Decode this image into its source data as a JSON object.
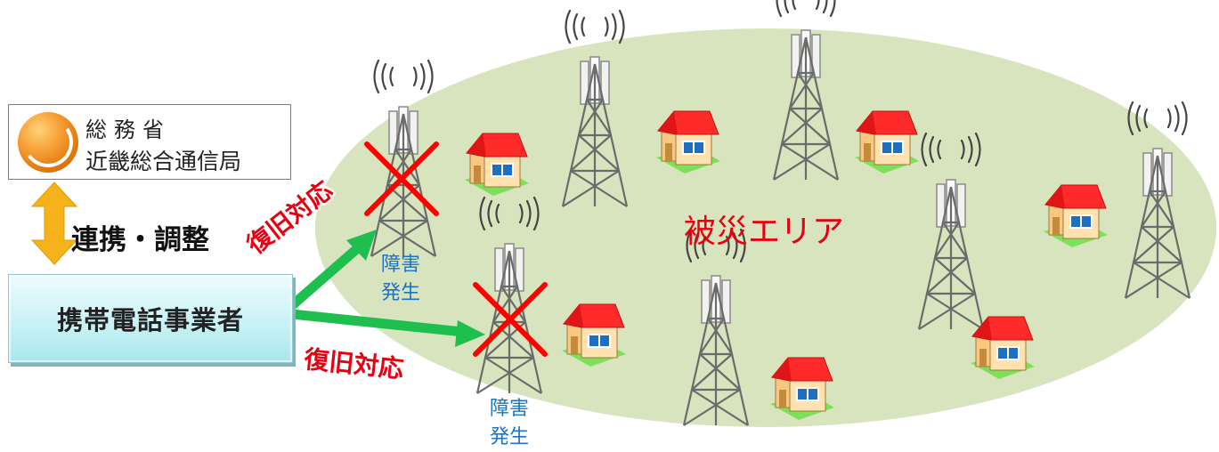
{
  "agency": {
    "line1": "総務省",
    "line2": "近畿総合通信局"
  },
  "cooperation": {
    "label": "連携・調整"
  },
  "carrier": {
    "label": "携帯電話事業者"
  },
  "area": {
    "label": "被災エリア"
  },
  "fault_labels": [
    {
      "text": "障害\n発生"
    },
    {
      "text": "障害\n発生"
    }
  ],
  "recovery_labels": [
    {
      "text": "復旧対応"
    },
    {
      "text": "復旧対応"
    }
  ],
  "colors": {
    "area_fill": "#d8e4bd",
    "tower_stroke": "#6b6b6b",
    "fault_mark": "#ff0000",
    "recovery_arrow": "#1fbf4f",
    "sync_arrow": "#f5b21b",
    "house_roof": "#ff2a2a",
    "label_red": "#e60012",
    "label_blue": "#1d74c2"
  },
  "icons": [
    "cell-tower-icon",
    "house-icon",
    "fault-x-icon",
    "signal-wave-icon",
    "double-arrow-icon",
    "agency-logo"
  ]
}
